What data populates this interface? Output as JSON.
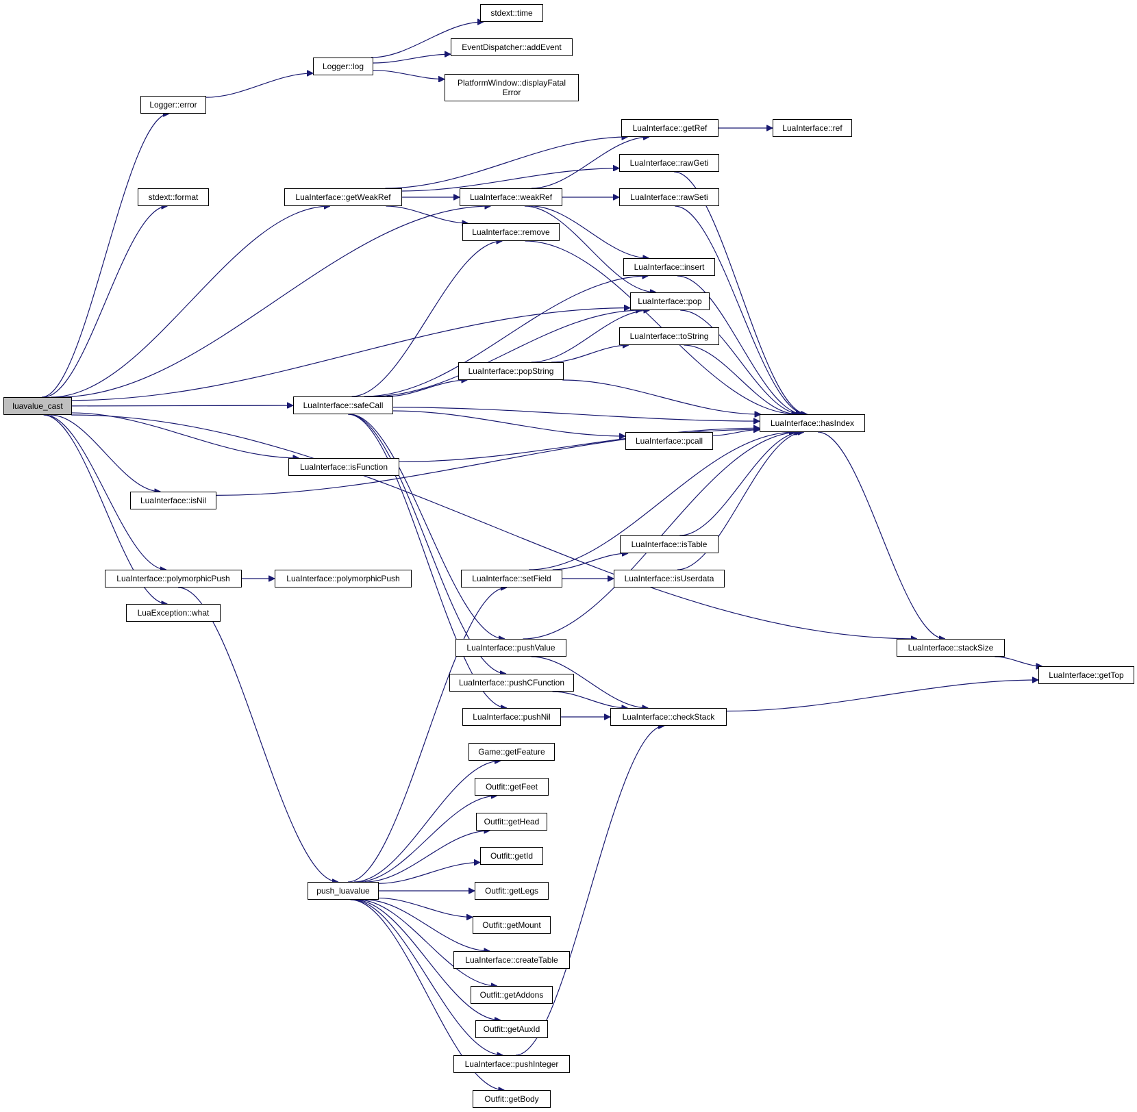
{
  "nodes": [
    {
      "id": "root",
      "label": "luavalue_cast",
      "root": true
    },
    {
      "id": "logerr",
      "label": "Logger::error"
    },
    {
      "id": "fmt",
      "label": "stdext::format"
    },
    {
      "id": "log",
      "label": "Logger::log"
    },
    {
      "id": "time",
      "label": "stdext::time"
    },
    {
      "id": "addev",
      "label": "EventDispatcher::addEvent"
    },
    {
      "id": "dfe",
      "label": "PlatformWindow::displayFatal\nError"
    },
    {
      "id": "gwr",
      "label": "LuaInterface::getWeakRef"
    },
    {
      "id": "wr",
      "label": "LuaInterface::weakRef"
    },
    {
      "id": "getref",
      "label": "LuaInterface::getRef"
    },
    {
      "id": "ref",
      "label": "LuaInterface::ref"
    },
    {
      "id": "rawgeti",
      "label": "LuaInterface::rawGeti"
    },
    {
      "id": "rawseti",
      "label": "LuaInterface::rawSeti"
    },
    {
      "id": "remove",
      "label": "LuaInterface::remove"
    },
    {
      "id": "insert",
      "label": "LuaInterface::insert"
    },
    {
      "id": "pop",
      "label": "LuaInterface::pop"
    },
    {
      "id": "tostr",
      "label": "LuaInterface::toString"
    },
    {
      "id": "popstr",
      "label": "LuaInterface::popString"
    },
    {
      "id": "safecall",
      "label": "LuaInterface::safeCall"
    },
    {
      "id": "hasidx",
      "label": "LuaInterface::hasIndex"
    },
    {
      "id": "pcall",
      "label": "LuaInterface::pcall"
    },
    {
      "id": "isfunc",
      "label": "LuaInterface::isFunction"
    },
    {
      "id": "isnil",
      "label": "LuaInterface::isNil"
    },
    {
      "id": "istable",
      "label": "LuaInterface::isTable"
    },
    {
      "id": "pp1",
      "label": "LuaInterface::polymorphicPush"
    },
    {
      "id": "pp2",
      "label": "LuaInterface::polymorphicPush"
    },
    {
      "id": "setfield",
      "label": "LuaInterface::setField"
    },
    {
      "id": "isud",
      "label": "LuaInterface::isUserdata"
    },
    {
      "id": "what",
      "label": "LuaException::what"
    },
    {
      "id": "pushval",
      "label": "LuaInterface::pushValue"
    },
    {
      "id": "ssize",
      "label": "LuaInterface::stackSize"
    },
    {
      "id": "gettop",
      "label": "LuaInterface::getTop"
    },
    {
      "id": "pushcf",
      "label": "LuaInterface::pushCFunction"
    },
    {
      "id": "pushnil",
      "label": "LuaInterface::pushNil"
    },
    {
      "id": "chkstack",
      "label": "LuaInterface::checkStack"
    },
    {
      "id": "feature",
      "label": "Game::getFeature"
    },
    {
      "id": "feet",
      "label": "Outfit::getFeet"
    },
    {
      "id": "head",
      "label": "Outfit::getHead"
    },
    {
      "id": "getid",
      "label": "Outfit::getId"
    },
    {
      "id": "pushlv",
      "label": "push_luavalue"
    },
    {
      "id": "legs",
      "label": "Outfit::getLegs"
    },
    {
      "id": "mount",
      "label": "Outfit::getMount"
    },
    {
      "id": "ctable",
      "label": "LuaInterface::createTable"
    },
    {
      "id": "addons",
      "label": "Outfit::getAddons"
    },
    {
      "id": "auxid",
      "label": "Outfit::getAuxId"
    },
    {
      "id": "pushint",
      "label": "LuaInterface::pushInteger"
    },
    {
      "id": "body",
      "label": "Outfit::getBody"
    }
  ],
  "edges": [
    [
      "root",
      "logerr"
    ],
    [
      "root",
      "fmt"
    ],
    [
      "root",
      "gwr"
    ],
    [
      "root",
      "wr"
    ],
    [
      "root",
      "pop"
    ],
    [
      "root",
      "safecall"
    ],
    [
      "root",
      "isfunc"
    ],
    [
      "root",
      "isnil"
    ],
    [
      "root",
      "ssize"
    ],
    [
      "root",
      "pp1"
    ],
    [
      "root",
      "what"
    ],
    [
      "logerr",
      "log"
    ],
    [
      "log",
      "time"
    ],
    [
      "log",
      "addev"
    ],
    [
      "log",
      "dfe"
    ],
    [
      "gwr",
      "getref"
    ],
    [
      "gwr",
      "rawgeti"
    ],
    [
      "gwr",
      "wr"
    ],
    [
      "gwr",
      "remove"
    ],
    [
      "wr",
      "getref"
    ],
    [
      "wr",
      "rawseti"
    ],
    [
      "wr",
      "insert"
    ],
    [
      "wr",
      "pop"
    ],
    [
      "getref",
      "ref"
    ],
    [
      "rawgeti",
      "hasidx"
    ],
    [
      "rawseti",
      "hasidx"
    ],
    [
      "remove",
      "hasidx"
    ],
    [
      "insert",
      "hasidx"
    ],
    [
      "pop",
      "hasidx"
    ],
    [
      "tostr",
      "hasidx"
    ],
    [
      "popstr",
      "hasidx"
    ],
    [
      "safecall",
      "hasidx"
    ],
    [
      "pcall",
      "hasidx"
    ],
    [
      "isfunc",
      "hasidx"
    ],
    [
      "isnil",
      "hasidx"
    ],
    [
      "istable",
      "hasidx"
    ],
    [
      "isud",
      "hasidx"
    ],
    [
      "setfield",
      "hasidx"
    ],
    [
      "pushval",
      "hasidx"
    ],
    [
      "hasidx",
      "ssize"
    ],
    [
      "ssize",
      "gettop"
    ],
    [
      "chkstack",
      "gettop"
    ],
    [
      "safecall",
      "remove"
    ],
    [
      "safecall",
      "insert"
    ],
    [
      "safecall",
      "pop"
    ],
    [
      "safecall",
      "popstr"
    ],
    [
      "safecall",
      "pcall"
    ],
    [
      "safecall",
      "pushval"
    ],
    [
      "safecall",
      "pushcf"
    ],
    [
      "safecall",
      "pushnil"
    ],
    [
      "popstr",
      "tostr"
    ],
    [
      "popstr",
      "pop"
    ],
    [
      "pp1",
      "pp2"
    ],
    [
      "pp1",
      "pushlv"
    ],
    [
      "setfield",
      "istable"
    ],
    [
      "setfield",
      "isud"
    ],
    [
      "pushval",
      "chkstack"
    ],
    [
      "pushcf",
      "chkstack"
    ],
    [
      "pushnil",
      "chkstack"
    ],
    [
      "pushint",
      "chkstack"
    ],
    [
      "pushlv",
      "setfield"
    ],
    [
      "pushlv",
      "feature"
    ],
    [
      "pushlv",
      "feet"
    ],
    [
      "pushlv",
      "head"
    ],
    [
      "pushlv",
      "getid"
    ],
    [
      "pushlv",
      "legs"
    ],
    [
      "pushlv",
      "mount"
    ],
    [
      "pushlv",
      "ctable"
    ],
    [
      "pushlv",
      "addons"
    ],
    [
      "pushlv",
      "auxid"
    ],
    [
      "pushlv",
      "pushint"
    ],
    [
      "pushlv",
      "body"
    ]
  ]
}
